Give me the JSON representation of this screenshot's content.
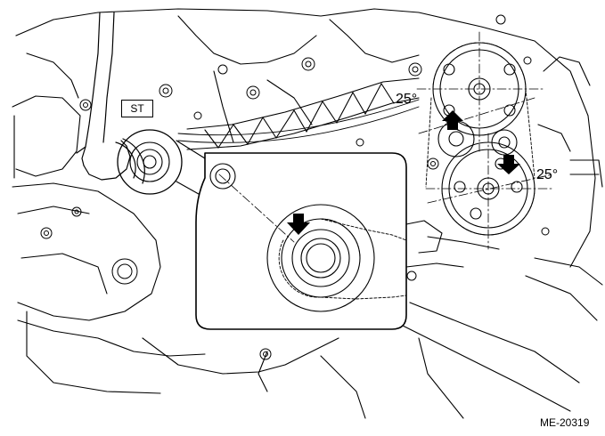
{
  "labels": {
    "tool": "ST",
    "angle_intake": "25°",
    "angle_exhaust": "25°",
    "figure_id": "ME-20319"
  },
  "colors": {
    "line": "#000000",
    "background": "#ffffff",
    "arrow": "#000000"
  },
  "icons": {
    "marker_up": "arrow-up-icon",
    "marker_down": "arrow-down-icon"
  }
}
